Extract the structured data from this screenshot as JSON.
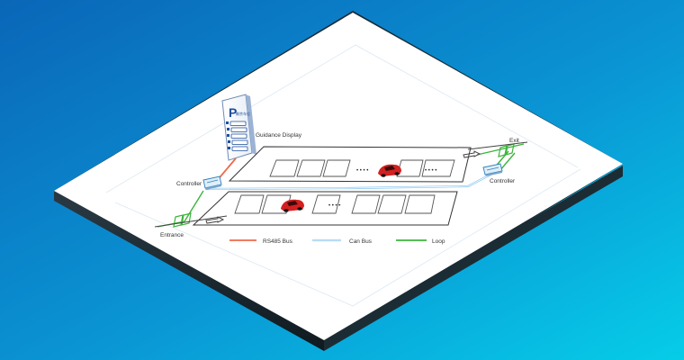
{
  "diagram": {
    "display": {
      "letter": "P",
      "header": "剩余车位",
      "label": "Guidance Display"
    },
    "labels": {
      "controller_left": "Controller",
      "controller_right": "Controller",
      "entrance": "Entrance",
      "exit": "Exit"
    },
    "legend": {
      "rs485": "RS485  Bus",
      "can": "Can  Bus",
      "loop": "Loop"
    },
    "ellipsis": "• • • •",
    "colors": {
      "background_from": "#0b6fc0",
      "background_to": "#06c2e6",
      "rs485": "#f06a4a",
      "can": "#7cc0ec",
      "loop": "#3cb43c",
      "car": "#d32020",
      "display": "#1d4e9c"
    }
  }
}
